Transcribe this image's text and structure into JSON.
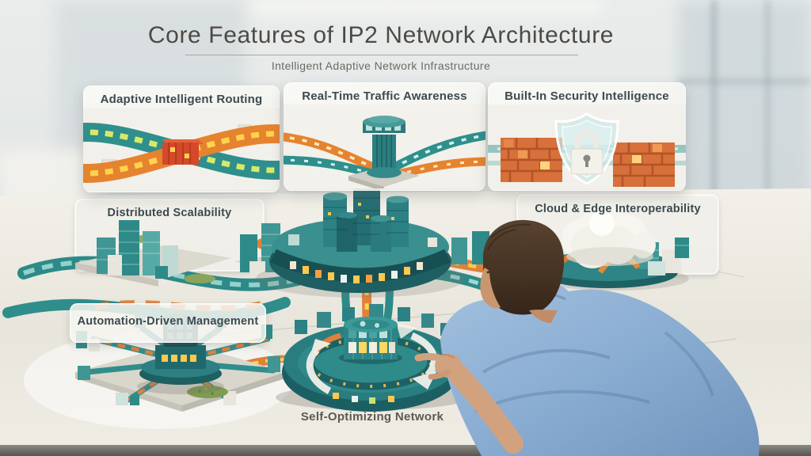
{
  "header": {
    "title": "Core Features of IP2 Network Architecture",
    "subtitle": "Intelligent Adaptive Network Infrastructure"
  },
  "cards": [
    {
      "label": "Adaptive Intelligent Routing"
    },
    {
      "label": "Real-Time Traffic Awareness"
    },
    {
      "label": "Built-In Security Intelligence"
    }
  ],
  "panels": {
    "distributed": {
      "label": "Distributed Scalability"
    },
    "cloud_edge": {
      "label": "Cloud & Edge Interoperability"
    },
    "automation": {
      "label": "Automation-Driven Management"
    }
  },
  "floor": {
    "label": "Self-Optimizing Network"
  },
  "scene": {
    "description": "Man in a blue shirt leaning over a white table, pointing at a 3D model of an adaptive network city",
    "colors": {
      "teal": "#2f8e8c",
      "teal_dark": "#1d5f62",
      "orange": "#e0813a",
      "amber_glow": "#ffc84f",
      "router_red": "#d5482a",
      "cloud_white": "#f6f5ef",
      "shirt_blue": "#8aadd2",
      "hair_brown": "#46332a",
      "skin": "#d2a27e",
      "table": "#eceae2",
      "table_edge": "#6e6d68",
      "title_text": "#4c4a45",
      "label_text": "#3c4a50"
    }
  }
}
